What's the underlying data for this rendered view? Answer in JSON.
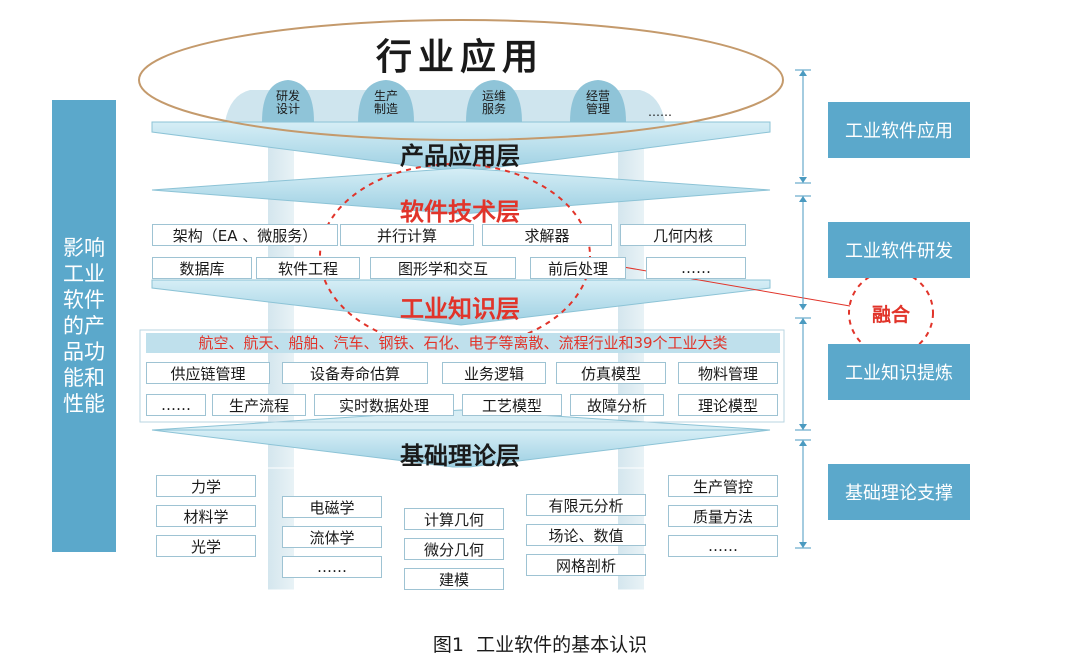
{
  "top": {
    "title": "行业应用",
    "domes": [
      "研发\n设计",
      "生产\n制造",
      "运维\n服务",
      "经营\n管理",
      "……"
    ]
  },
  "left_label": "影响\n工业\n软件\n的产\n品功\n能和\n性能",
  "layers": {
    "product": "产品应用层",
    "software": "软件技术层",
    "knowledge": "工业知识层",
    "theory": "基础理论层"
  },
  "software_row1": [
    "架构（EA 、微服务）",
    "并行计算",
    "求解器",
    "几何内核"
  ],
  "software_row2": [
    "数据库",
    "软件工程",
    "图形学和交互",
    "前后处理",
    "……"
  ],
  "knowledge_banner": "航空、航天、船舶、汽车、钢铁、石化、电子等离散、流程行业和39个工业大类",
  "knowledge_row1": [
    "供应链管理",
    "设备寿命估算",
    "业务逻辑",
    "仿真模型",
    "物料管理"
  ],
  "knowledge_row2": [
    "……",
    "生产流程",
    "实时数据处理",
    "工艺模型",
    "故障分析",
    "理论模型"
  ],
  "theory": {
    "col1": [
      "力学",
      "材料学",
      "光学"
    ],
    "col2": [
      "电磁学",
      "流体学",
      "……"
    ],
    "col3": [
      "计算几何",
      "微分几何",
      "建模"
    ],
    "col4": [
      "有限元分析",
      "场论、数值",
      "网格剖析"
    ],
    "col5": [
      "生产管控",
      "质量方法",
      "……"
    ]
  },
  "right": [
    "工业软件应用",
    "工业软件研发",
    "工业知识提炼",
    "基础理论支撑"
  ],
  "fusion": "融合",
  "caption": "图1  工业软件的基本认识",
  "colors": {
    "accent": "#5ba8cb",
    "red": "#e1342a",
    "layer": "#bfe0ec"
  }
}
